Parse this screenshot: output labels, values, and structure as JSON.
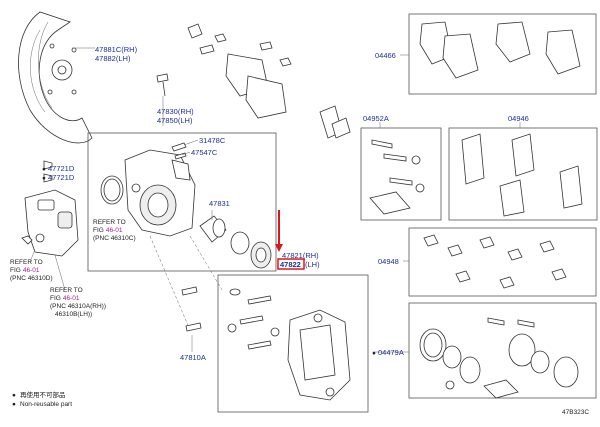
{
  "labels": {
    "p47881c": "47881C(RH)",
    "p47882": "47882(LH)",
    "p47830": "47830(RH)",
    "p47850": "47850(LH)",
    "p31478c": "31478C",
    "p47547c": "47547C",
    "p47721d_a": "47721D",
    "p47721d_b": "47721D",
    "p47831": "47831",
    "p47821": "47821(RH)",
    "p47822": "47822",
    "p47822_suffix": "(LH)",
    "p04466": "04466",
    "p04952a": "04952A",
    "p04946": "04946",
    "p04948": "04948",
    "p04479a": "04479A",
    "p47810a": "47810A"
  },
  "refs": {
    "ref1_line1": "REFER TO",
    "ref1_fig_prefix": "FIG",
    "ref1_fig_num": "46-01",
    "ref1_pnc": "(PNC 46310C)",
    "ref2_line1": "REFER TO",
    "ref2_fig_prefix": "FIG",
    "ref2_fig_num": "46-01",
    "ref2_pnc": "(PNC 46310D)",
    "ref3_line1": "REFER TO",
    "ref3_fig_prefix": "FIG",
    "ref3_fig_num": "46-01",
    "ref3_pnc_a": "(PNC 46310A(RH))",
    "ref3_pnc_b": "46310B(LH))"
  },
  "legend": {
    "line1_symbol": "●",
    "line1_text": "再使用不可部品",
    "line2_symbol": "●",
    "line2_text": "Non-reusable part"
  },
  "figure_code": "47B323C",
  "colors": {
    "label_blue": "#1f2f9a",
    "ref_magenta": "#a0208a",
    "highlight_red": "#e0141e"
  }
}
